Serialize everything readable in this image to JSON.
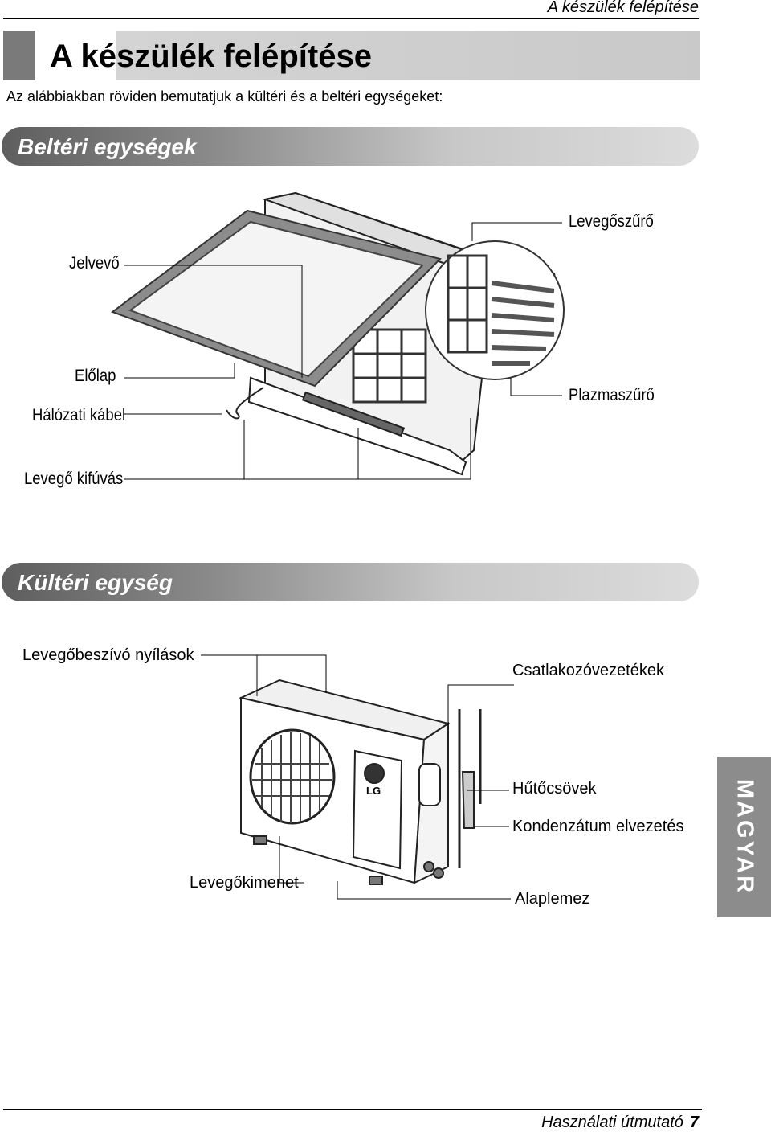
{
  "header": {
    "running_title": "A készülék felépítése"
  },
  "page_title": "A készülék felépítése",
  "intro": "Az alábbiakban röviden bemutatjuk a kültéri és a beltéri egységeket:",
  "indoor": {
    "section_title": "Beltéri egységek",
    "labels": {
      "air_filter": "Levegőszűrő",
      "receiver": "Jelvevő",
      "front_panel": "Előlap",
      "power_cable": "Hálózati kábel",
      "plasma_filter": "Plazmaszűrő",
      "air_outlet": "Levegő kifúvás"
    }
  },
  "outdoor": {
    "section_title": "Kültéri egység",
    "labels": {
      "air_inlets": "Levegőbeszívó nyílások",
      "connecting_wires": "Csatlakozóvezetékek",
      "refrigerant_pipes": "Hűtőcsövek",
      "drain_hose": "Kondenzátum elvezetés",
      "air_outlet": "Levegőkimenet",
      "base_plate": "Alaplemez"
    },
    "brand_logo": "LG"
  },
  "side_tab": "MAGYAR",
  "footer": {
    "text": "Használati útmutató",
    "page": "7"
  }
}
